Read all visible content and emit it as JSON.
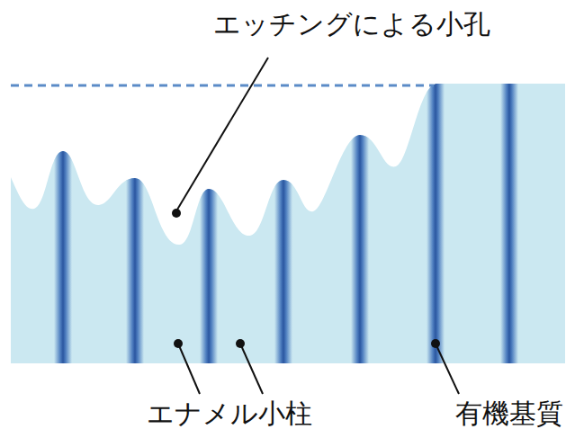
{
  "diagram": {
    "labels": [
      "エッチングによる小孔",
      "エナメル小柱",
      "有機基質"
    ]
  }
}
